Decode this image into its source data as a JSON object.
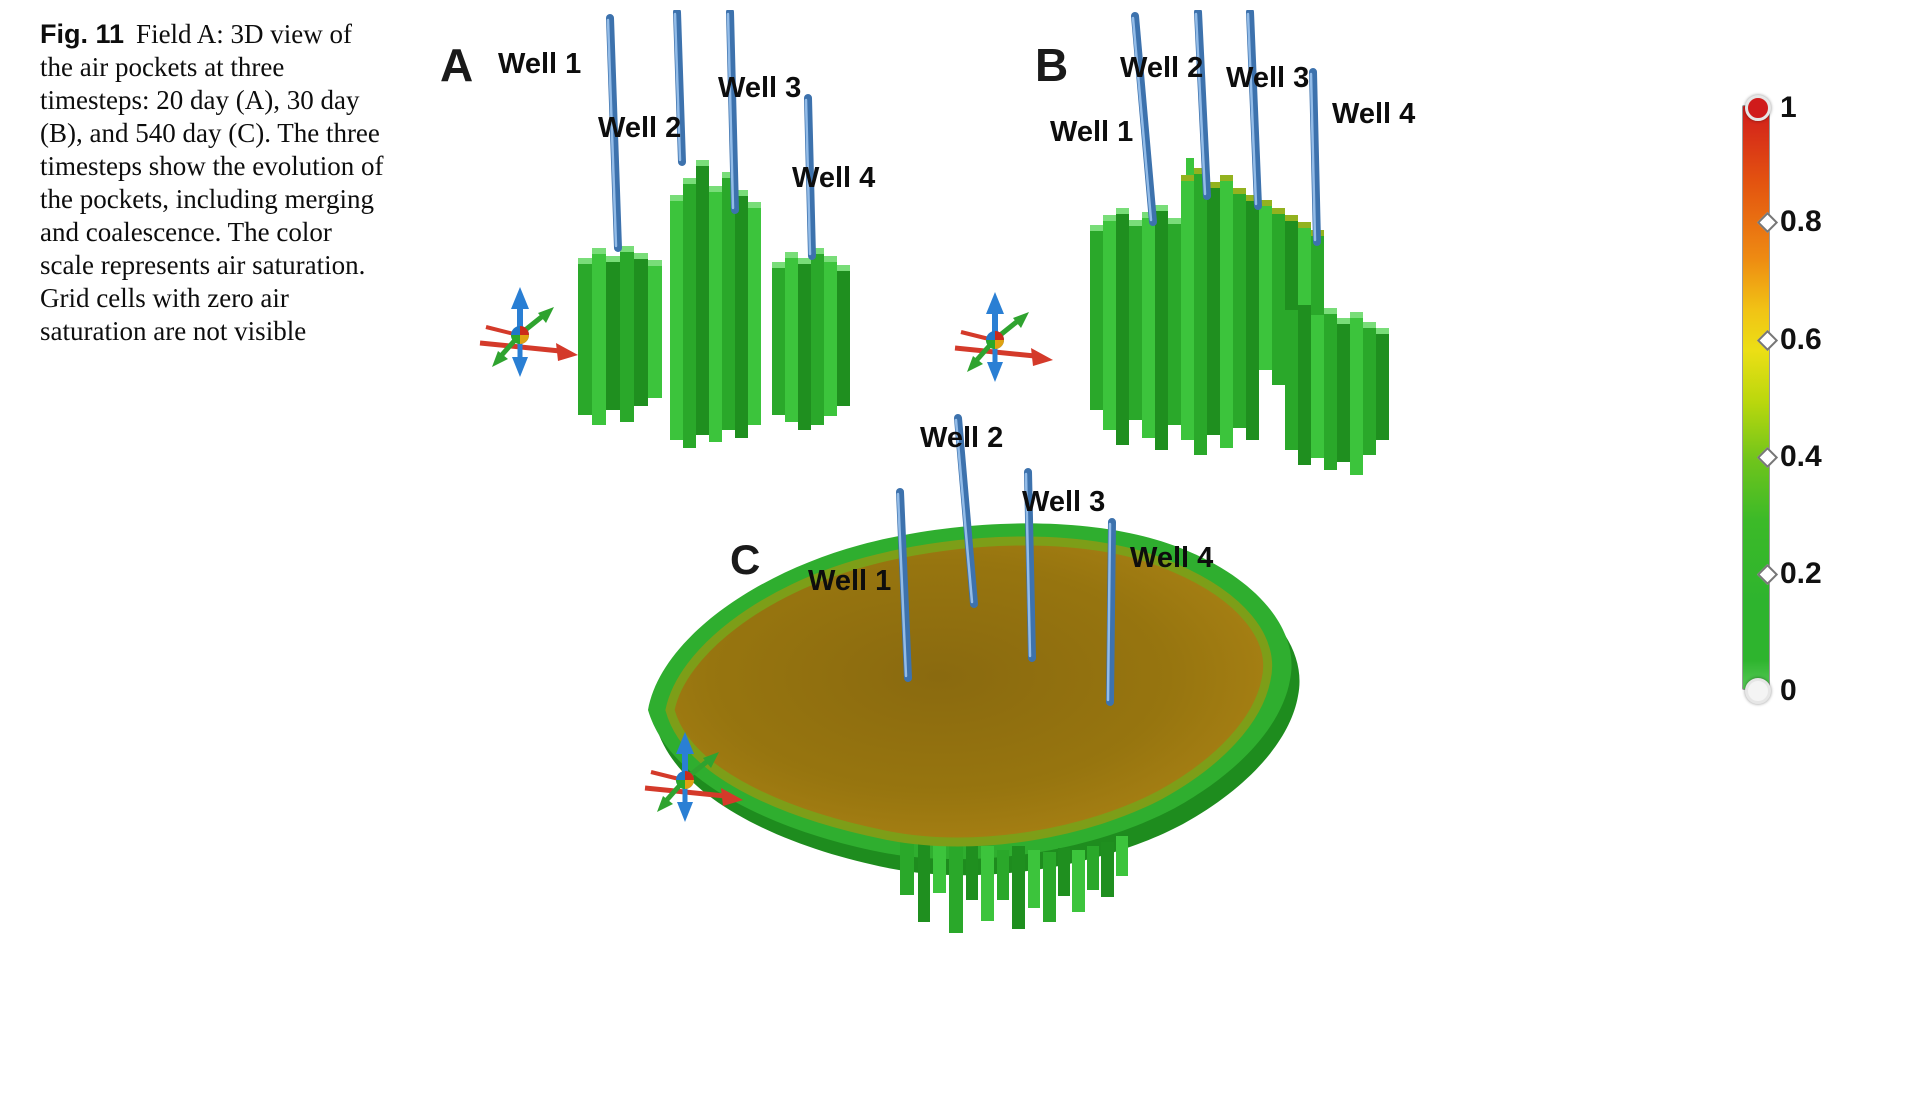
{
  "figure": {
    "label": "Fig. 11",
    "caption": "Field A: 3D view of the air pockets at three timesteps: 20 day (A), 30 day (B), and 540 day (C). The three timesteps show the evolution of the pockets, including merging and coalescence. The color scale represents air saturation. Grid cells with zero air saturation are not visible"
  },
  "panels": [
    {
      "label": "A",
      "wells": [
        "Well 1",
        "Well 2",
        "Well 3",
        "Well 4"
      ]
    },
    {
      "label": "B",
      "wells": [
        "Well 1",
        "Well 2",
        "Well 3",
        "Well 4"
      ]
    },
    {
      "label": "C",
      "wells": [
        "Well 1",
        "Well 2",
        "Well 3",
        "Well 4"
      ]
    }
  ],
  "colorbar": {
    "ticks": [
      "1",
      "0.8",
      "0.6",
      "0.4",
      "0.2",
      "0"
    ],
    "gradient": [
      "#d11c1c",
      "#e35310",
      "#ee8a12",
      "#f1c315",
      "#ecdf15",
      "#b8d70d",
      "#6ec41c",
      "#3cba28",
      "#2eb42e",
      "#57c957"
    ]
  },
  "colors": {
    "well_pipe": "#3d72ad",
    "voxel_green": "#2aa82a",
    "voxel_green_dark": "#1f8f1f",
    "voxel_green_light": "#3cc43c",
    "surface_brown": "#9a7712",
    "background": "#ffffff"
  },
  "icons": {
    "orientation_axes": "orientation-axes-icon"
  }
}
